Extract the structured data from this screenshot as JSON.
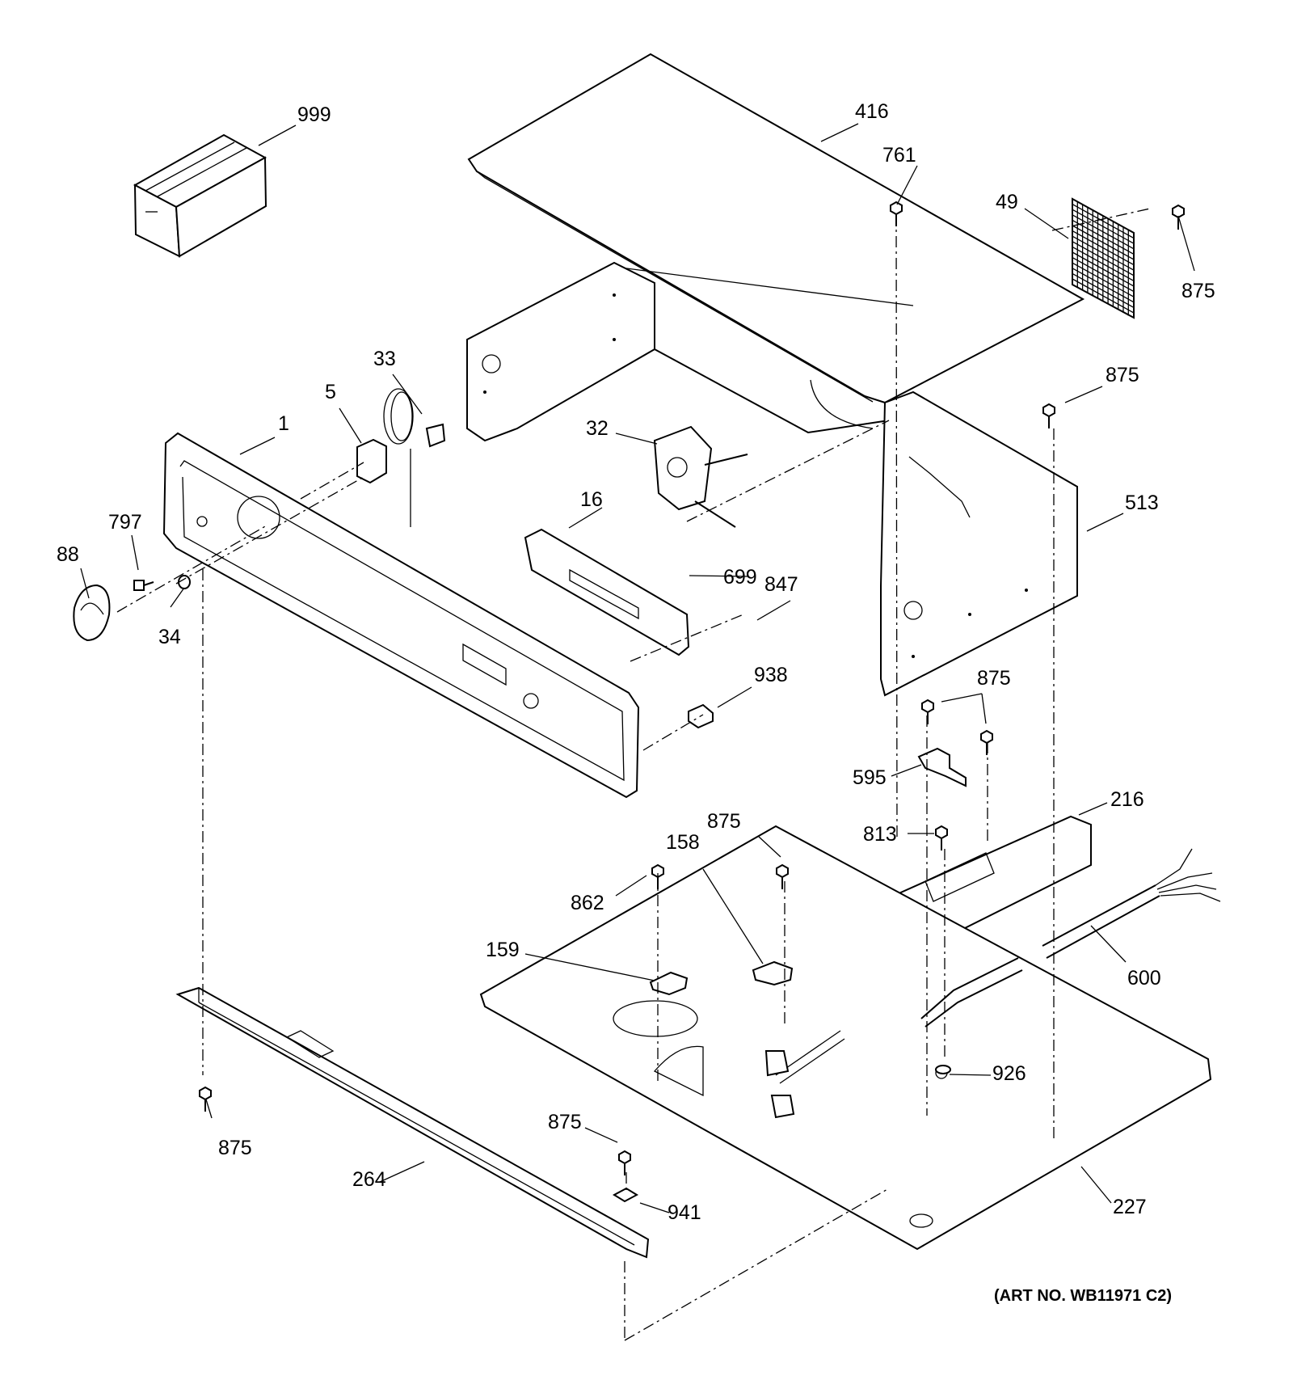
{
  "callouts": [
    "999",
    "416",
    "761",
    "49",
    "875",
    "875",
    "33",
    "5",
    "1",
    "32",
    "16",
    "797",
    "88",
    "34",
    "699",
    "847",
    "513",
    "938",
    "875",
    "595",
    "216",
    "875",
    "813",
    "158",
    "862",
    "159",
    "600",
    "926",
    "875",
    "875",
    "264",
    "941",
    "227"
  ],
  "art_number": "(ART NO. WB11971 C2)"
}
